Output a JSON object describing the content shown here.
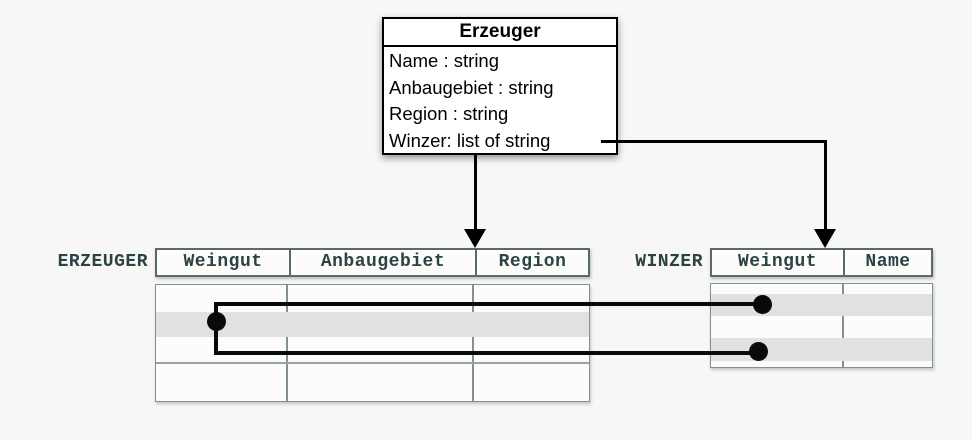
{
  "class_box": {
    "title": "Erzeuger",
    "attributes": [
      "Name : string",
      "Anbaugebiet : string",
      "Region : string",
      "Winzer: list of string"
    ]
  },
  "tables": {
    "erzeuger": {
      "label": "ERZEUGER",
      "columns": [
        "Weingut",
        "Anbaugebiet",
        "Region"
      ]
    },
    "winzer": {
      "label": "WINZER",
      "columns": [
        "Weingut",
        "Name"
      ]
    }
  },
  "colors": {
    "background": "#f7f7f6",
    "connector": "#0a0a0a",
    "table_text": "#2c4245",
    "row_highlight": "#e1e1e4",
    "header_border": "#5a696c",
    "body_border": "#819093"
  }
}
